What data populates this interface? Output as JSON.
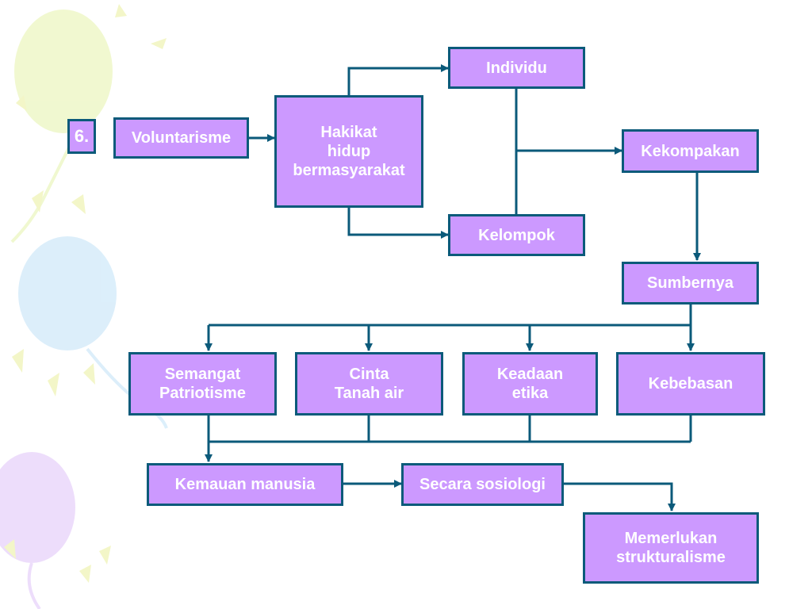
{
  "slide": {
    "number": "6.",
    "boxes": {
      "voluntarisme": "Voluntarisme",
      "hakikat": "Hakikat\nhidup\nbermasyarakat",
      "individu": "Individu",
      "kelompok": "Kelompok",
      "kekompakan": "Kekompakan",
      "sumbernya": "Sumbernya",
      "semangat": "Semangat\nPatriotisme",
      "cinta": "Cinta\nTanah air",
      "keadaan": "Keadaan\netika",
      "kebebasan": "Kebebasan",
      "kemauan": "Kemauan manusia",
      "sosiologi": "Secara sosiologi",
      "memerlukan": "Memerlukan\nstrukturalisme"
    }
  },
  "colors": {
    "box_fill": "#cc99ff",
    "box_border": "#0b5a7a",
    "connector": "#0b5a7a",
    "text": "#ffffff"
  },
  "decoration": {
    "balloon_colors": [
      "#eef7c8",
      "#d6ecfa",
      "#ead8fb"
    ]
  }
}
